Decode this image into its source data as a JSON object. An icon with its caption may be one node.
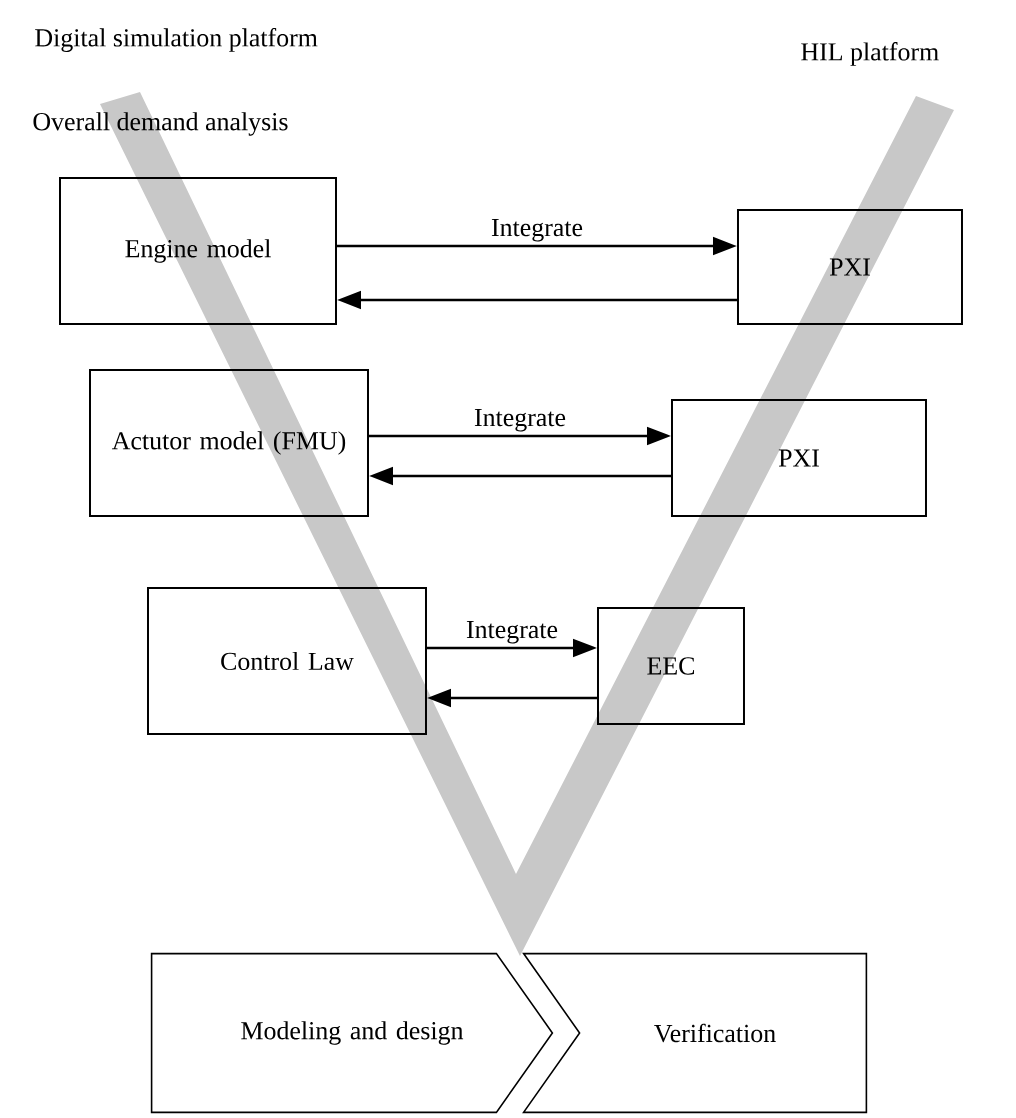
{
  "diagram": {
    "nodes": [
      {
        "text": [
          "Engine model"
        ]
      },
      {
        "text": [
          "PXI"
        ]
      },
      {
        "text": [
          "Actutor model (FMU)"
        ]
      },
      {
        "text": [
          "PXI"
        ]
      },
      {
        "text": [
          "Control Law"
        ]
      },
      {
        "text": [
          "EEC"
        ]
      },
      {
        "text": [
          "Modeling and design"
        ]
      },
      {
        "text": [
          "Verification"
        ]
      }
    ],
    "edges": [
      {
        "from": 0,
        "to": 1,
        "arrow": "to",
        "label": "Integrate"
      },
      {
        "from": 1,
        "to": 0,
        "arrow": "to"
      },
      {
        "from": 2,
        "to": 3,
        "arrow": "to",
        "label": "Integrate"
      },
      {
        "from": 3,
        "to": 2,
        "arrow": "to"
      },
      {
        "from": 4,
        "to": 5,
        "arrow": "to",
        "label": "Integrate"
      },
      {
        "from": 5,
        "to": 4,
        "arrow": "to"
      }
    ],
    "labels": [
      "Digital simulation platform",
      "HIL platform",
      "Overall demand analysis"
    ]
  }
}
